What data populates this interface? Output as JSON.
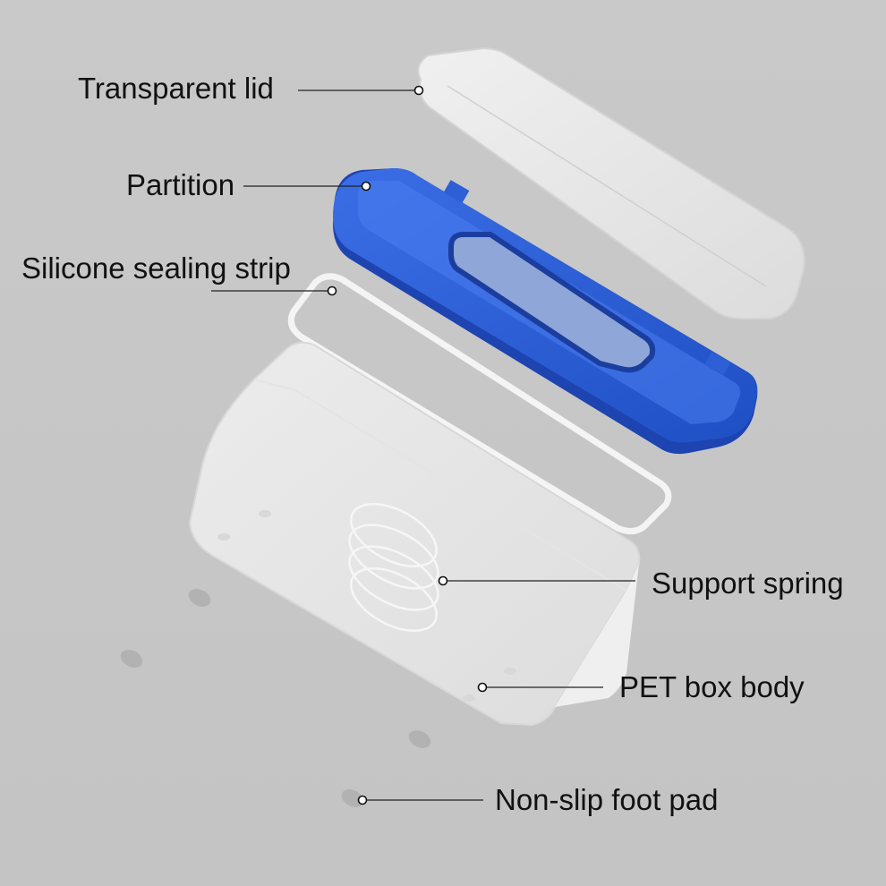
{
  "labels": {
    "transparent_lid": "Transparent lid",
    "partition": "Partition",
    "silicone_sealing_strip": "Silicone sealing strip",
    "support_spring": "Support spring",
    "pet_box_body": "PET box body",
    "non_slip_foot_pad": "Non-slip foot pad"
  },
  "colors": {
    "background": "#c7c7c7",
    "partition_blue": "#2f5fd6",
    "lid_white": "#e8e8e8",
    "leader_line": "#222222"
  }
}
